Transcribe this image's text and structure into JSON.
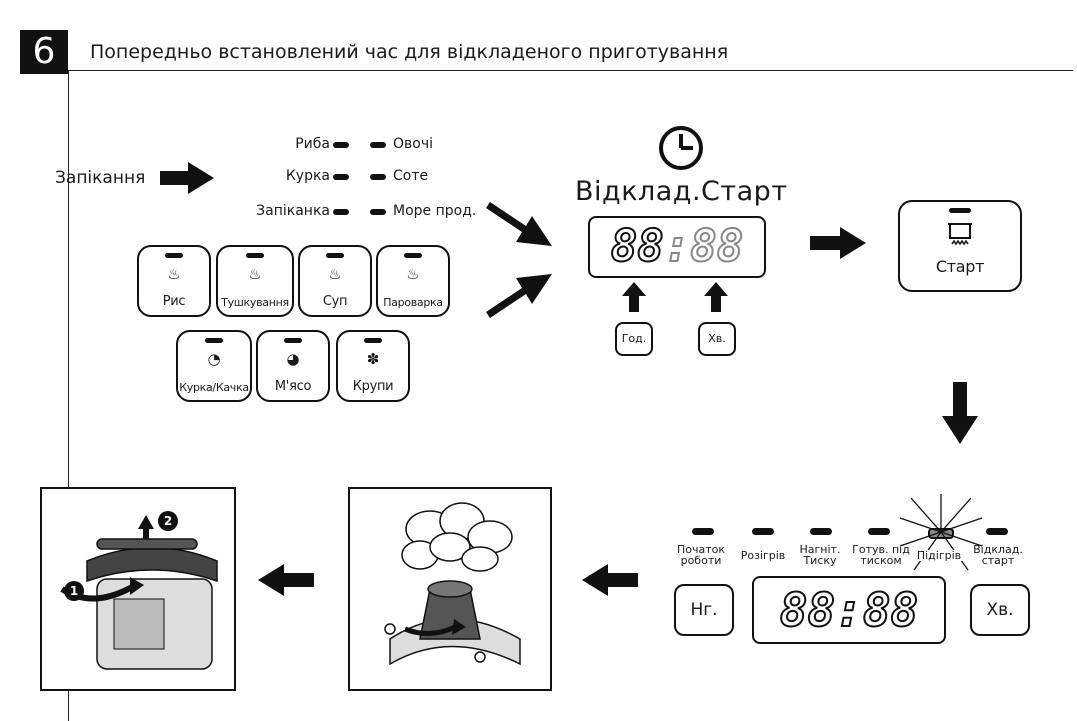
{
  "step": {
    "number": "6",
    "title": "Попередньо встановлений час для відкладеного приготування"
  },
  "bake_label": "Запікання",
  "menu_pairs": [
    {
      "left": "Риба",
      "right": "Овочі"
    },
    {
      "left": "Курка",
      "right": "Соте"
    },
    {
      "left": "Запіканка",
      "right": "Море прод."
    }
  ],
  "program_buttons": [
    {
      "label": "Рис",
      "icon": "rice-bowl-icon"
    },
    {
      "label": "Тушкування",
      "icon": "stew-pot-icon"
    },
    {
      "label": "Суп",
      "icon": "soup-bowl-icon"
    },
    {
      "label": "Пароварка",
      "icon": "steamer-icon"
    },
    {
      "label": "Курка/Качка",
      "icon": "poultry-icon"
    },
    {
      "label": "М'ясо",
      "icon": "meat-icon"
    },
    {
      "label": "Крупи",
      "icon": "grain-icon"
    }
  ],
  "delay_panel": {
    "title": "Відклад.Старт",
    "icon": "clock-icon",
    "display_hours": "88",
    "display_minutes": "88",
    "hour_key": "Год.",
    "minute_key": "Хв."
  },
  "start_button": {
    "label": "Старт",
    "icon": "cooking-pot-icon"
  },
  "status_panel": {
    "stages": [
      "Початок роботи",
      "Розігрів",
      "Нагніт. Тиску",
      "Готув. під тиском",
      "Підігрів",
      "Відклад. старт"
    ],
    "active_stage": "Підігрів",
    "display": "88:88",
    "hour_key": "Нг.",
    "minute_key": "Хв."
  },
  "photo_callouts": [
    "1",
    "2"
  ],
  "colors": {
    "ink": "#111111",
    "background": "#ffffff"
  }
}
